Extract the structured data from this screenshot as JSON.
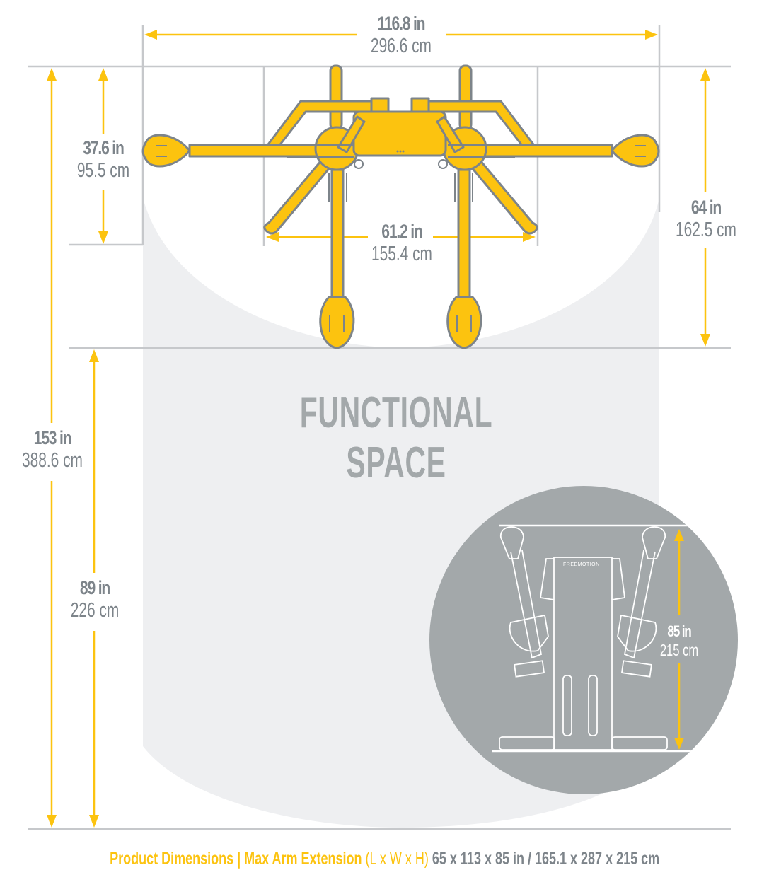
{
  "colors": {
    "accent_yellow": "#fcc30f",
    "outline_gray": "#7d848a",
    "guide_gray": "#c6c8cb",
    "functional_space_fill": "#eeeff1",
    "inset_circle_fill": "#a3a8aa",
    "label_gray": "#7d848a",
    "white": "#ffffff"
  },
  "dimensions": {
    "total_width": {
      "in": "116.8 in",
      "cm": "296.6 cm"
    },
    "arm_depth": {
      "in": "37.6 in",
      "cm": "95.5 cm"
    },
    "side_depth": {
      "in": "64 in",
      "cm": "162.5 cm"
    },
    "inner_width": {
      "in": "61.2 in",
      "cm": "155.4 cm"
    },
    "total_depth": {
      "in": "153 in",
      "cm": "388.6 cm"
    },
    "functional_depth": {
      "in": "89 in",
      "cm": "226 cm"
    },
    "height": {
      "in": "85 in",
      "cm": "215 cm"
    }
  },
  "functional_space": {
    "title": "FUNCTIONAL SPACE"
  },
  "inset": {
    "brand_label": "FREEMOTION"
  },
  "footer": {
    "product_label": "Product Dimensions | Max Arm Extension",
    "axes_label": "(L x W x H)",
    "values": "65 x 113 x 85 in / 165.1 x 287 x 215 cm"
  }
}
